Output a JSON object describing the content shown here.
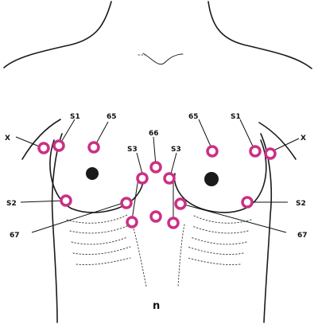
{
  "points": [
    {
      "id": "X-left",
      "label": "X"
    },
    {
      "id": "S1-left",
      "label": "S1"
    },
    {
      "id": "65-left",
      "label": "65"
    },
    {
      "id": "66",
      "label": "66"
    },
    {
      "id": "S3-left",
      "label": "S3"
    },
    {
      "id": "S3-right",
      "label": "S3"
    },
    {
      "id": "65-right",
      "label": "65"
    },
    {
      "id": "S1-right",
      "label": "S1"
    },
    {
      "id": "X-right",
      "label": "X"
    },
    {
      "id": "S2-left",
      "label": "S2"
    },
    {
      "id": "S2-right",
      "label": "S2"
    },
    {
      "id": "67-left",
      "label": "67"
    },
    {
      "id": "67-right",
      "label": "67"
    }
  ],
  "footer_mark": "n",
  "colors": {
    "point_ring": "#cc2f86",
    "ink": "#1a1a1a"
  }
}
